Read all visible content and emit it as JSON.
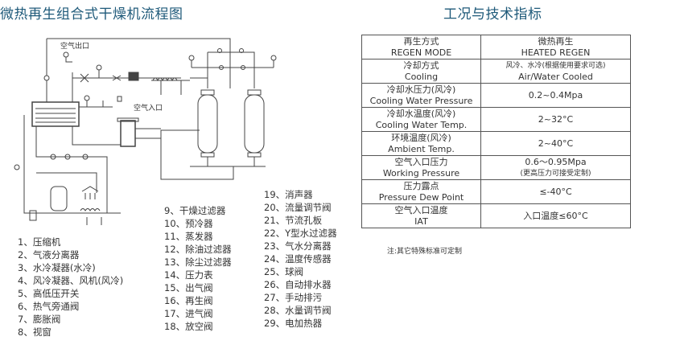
{
  "left_title": "微热再生组合式干燥机流程图",
  "right_title": "工况与技术指标",
  "diagram_labels": {
    "air_outlet": "空气出口",
    "air_inlet": "空气入口"
  },
  "legend": {
    "col1": [
      "1、压缩机",
      "2、气液分离器",
      "3、水冷凝器(水冷)",
      "4、风冷凝器、风机(风冷)",
      "5、高低压开关",
      "6、热气旁通阀",
      "7、膨胀阀",
      "8、视窗"
    ],
    "col2": [
      "9、干燥过滤器",
      "10、预冷器",
      "11、蒸发器",
      "12、除油过滤器",
      "13、除尘过滤器",
      "14、压力表",
      "15、出气阀",
      "16、再生阀",
      "17、进气阀",
      "18、放空阀"
    ],
    "col3": [
      "19、消声器",
      "20、流量调节阀",
      "21、节流孔板",
      "22、Y型水过滤器",
      "23、气水分离器",
      "24、温度传感器",
      "25、球阀",
      "26、自动排水器",
      "27、手动排污",
      "28、水量调节阀",
      "29、电加热器"
    ]
  },
  "spec_table": [
    {
      "zh": "再生方式",
      "en": "REGEN MODE",
      "v1": "微热再生",
      "v2": "HEATED REGEN"
    },
    {
      "zh": "冷却方式",
      "en": "Cooling",
      "v1": "风冷、水冷(根据使用要求可选)",
      "v2": "Air/Water Cooled"
    },
    {
      "zh": "冷却水压力(风冷)",
      "en": "Cooling Water Pressure",
      "v1": "0.2~0.4Mpa",
      "v2": ""
    },
    {
      "zh": "冷却水温度(风冷)",
      "en": "Cooling Water Temp.",
      "v1": "2~32°C",
      "v2": ""
    },
    {
      "zh": "环境温度(风冷)",
      "en": "Ambient Temp.",
      "v1": "2~40°C",
      "v2": ""
    },
    {
      "zh": "空气入口压力",
      "en": "Working Pressure",
      "v1": "0.6～0.95Mpa",
      "v2": "(更高压力可接受定制)"
    },
    {
      "zh": "压力露点",
      "en": "Pressure Dew Point",
      "v1": "≤-40°C",
      "v2": ""
    },
    {
      "zh": "空气入口温度",
      "en": "IAT",
      "v1": "入口温度≤60°C",
      "v2": ""
    }
  ],
  "note": "注:其它特殊标准可定制"
}
